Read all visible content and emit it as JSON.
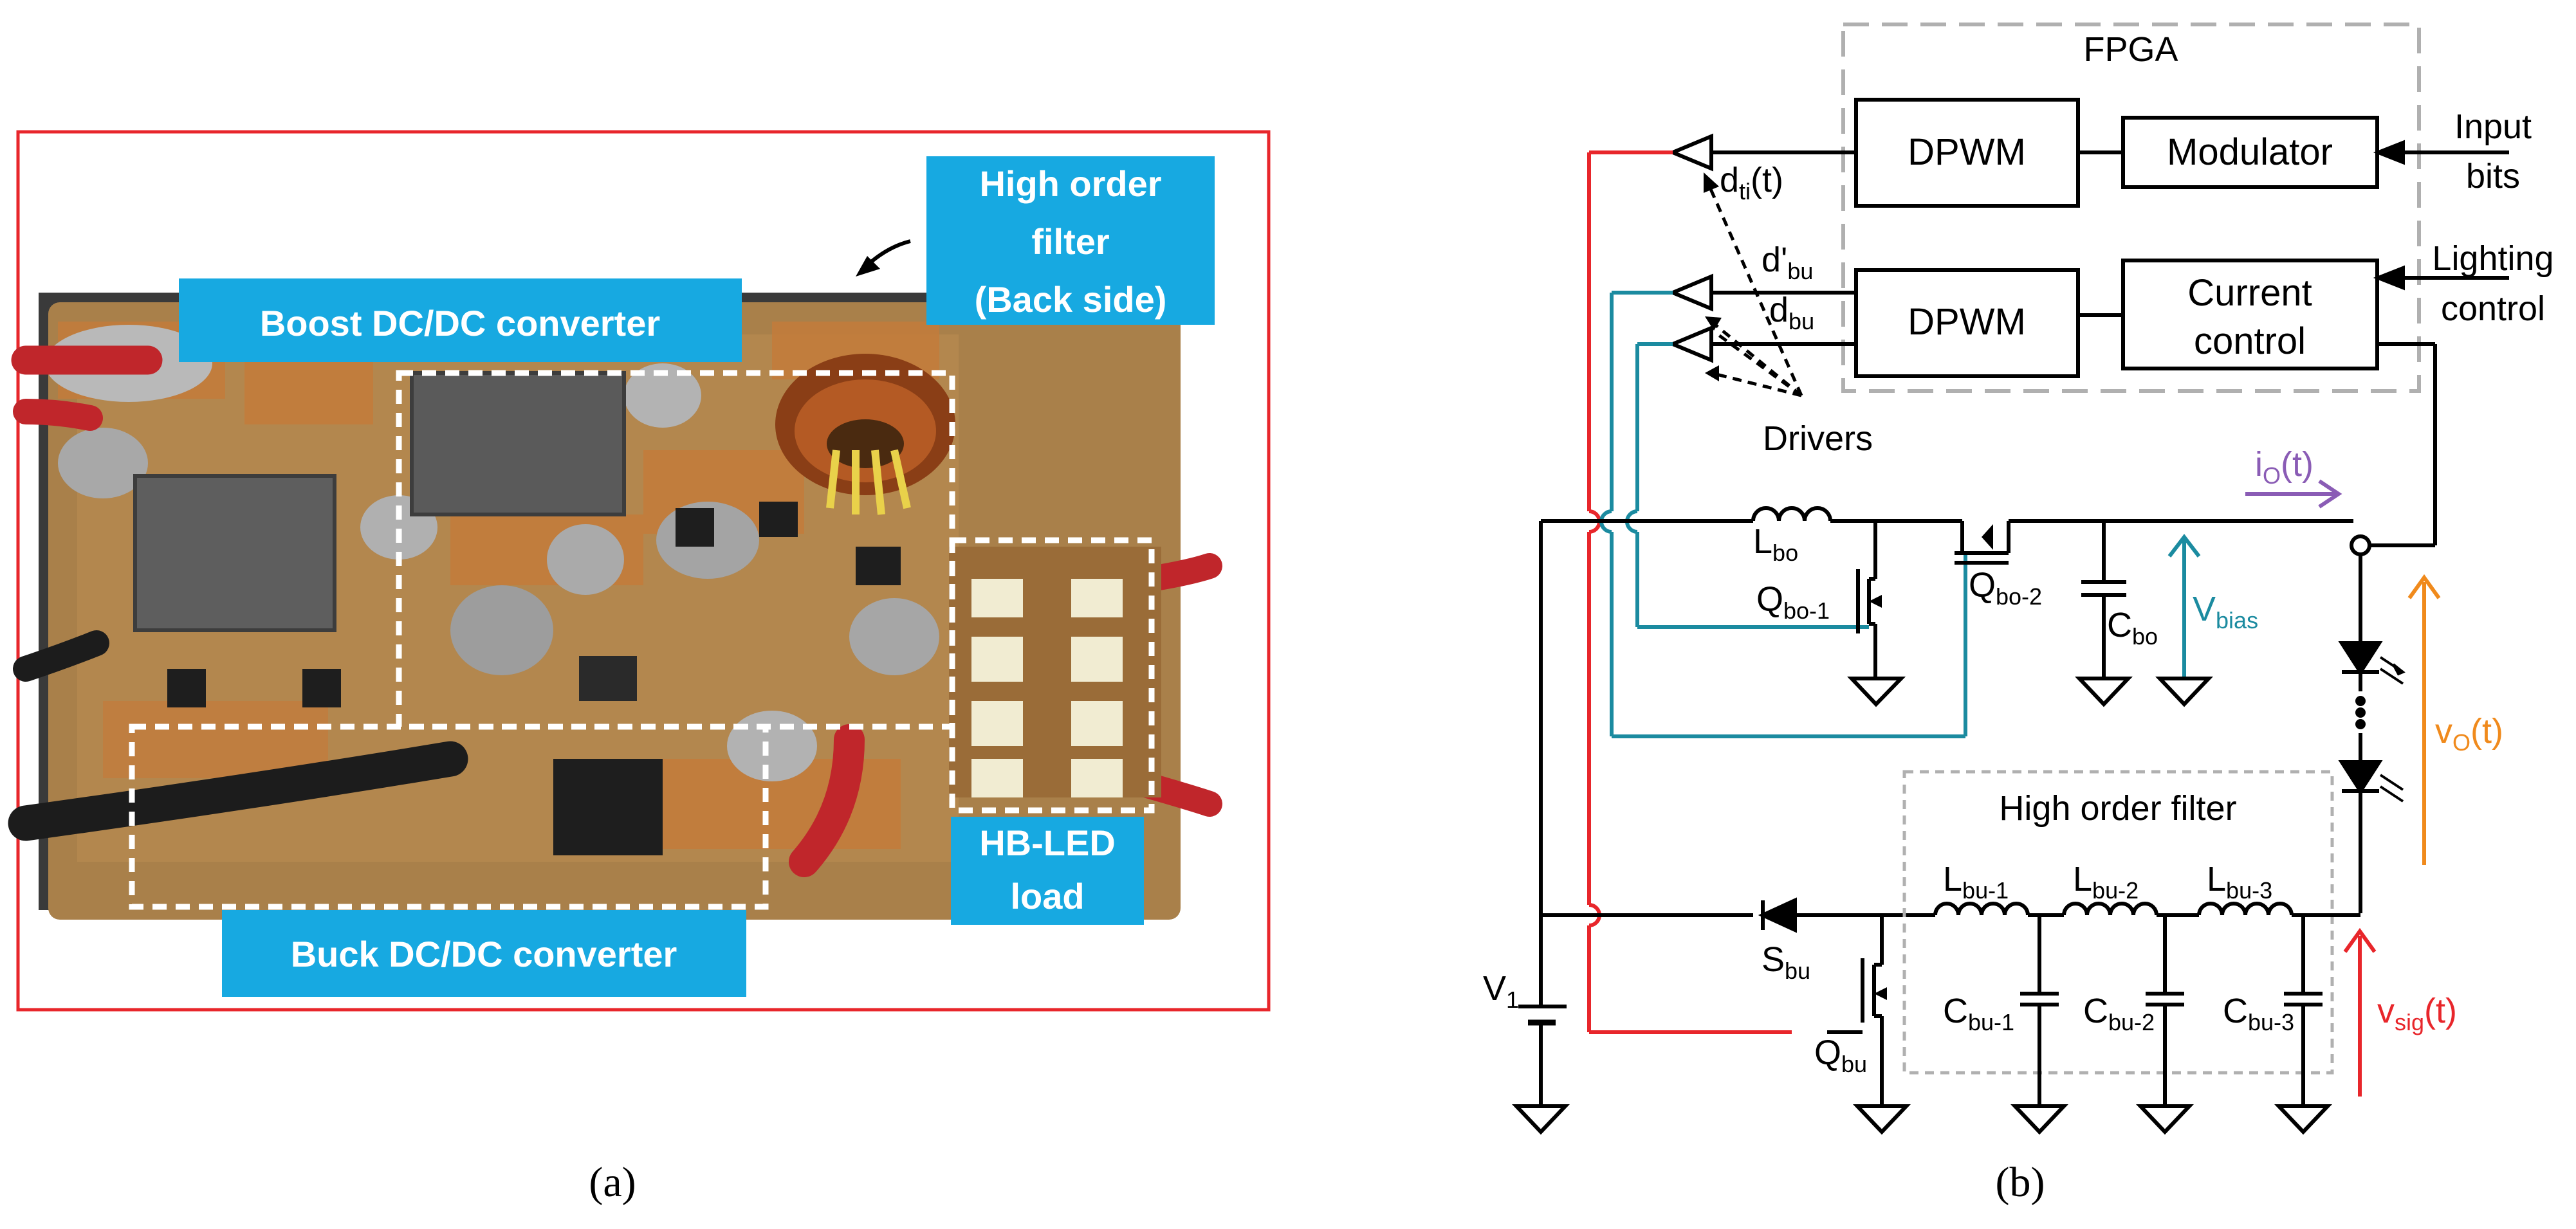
{
  "panel_a": {
    "caption": "(a)",
    "labels": {
      "high_order_filter": [
        "High order",
        "filter",
        "(Back side)"
      ],
      "boost": "Boost DC/DC converter",
      "buck": "Buck DC/DC converter",
      "hbled": [
        "HB-LED",
        "load"
      ]
    },
    "colors": {
      "frame": "#e8262b",
      "label_bg": "#17a9e1",
      "label_text": "#ffffff",
      "pcb": "#a9804a"
    }
  },
  "panel_b": {
    "caption": "(b)",
    "fpga": {
      "title": "FPGA",
      "dpwm_top": "DPWM",
      "modulator": "Modulator",
      "dpwm_bottom": "DPWM",
      "current_control": [
        "Current",
        "control"
      ]
    },
    "inputs": {
      "input_bits": [
        "Input",
        "bits"
      ],
      "lighting_control": [
        "Lighting",
        "control"
      ]
    },
    "signals": {
      "dti": {
        "main": "d",
        "sub": "ti",
        "tail": "(t)"
      },
      "dprime_bu": {
        "main": "d'",
        "sub": "bu"
      },
      "dbu": {
        "main": "d",
        "sub": "bu"
      },
      "drivers": "Drivers"
    },
    "components": {
      "lbo": {
        "main": "L",
        "sub": "bo"
      },
      "qbo1": {
        "main": "Q",
        "sub": "bo-1"
      },
      "qbo2": {
        "main": "Q",
        "sub": "bo-2"
      },
      "cbo": {
        "main": "C",
        "sub": "bo"
      },
      "vbias": {
        "main": "V",
        "sub": "bias"
      },
      "io": {
        "main": "i",
        "sub": "O",
        "tail": "(t)"
      },
      "vo": {
        "main": "v",
        "sub": "O",
        "tail": "(t)"
      },
      "hof": "High order filter",
      "lbu1": {
        "main": "L",
        "sub": "bu-1"
      },
      "lbu2": {
        "main": "L",
        "sub": "bu-2"
      },
      "lbu3": {
        "main": "L",
        "sub": "bu-3"
      },
      "cbu1": {
        "main": "C",
        "sub": "bu-1"
      },
      "cbu2": {
        "main": "C",
        "sub": "bu-2"
      },
      "cbu3": {
        "main": "C",
        "sub": "bu-3"
      },
      "sbu": {
        "main": "S",
        "sub": "bu"
      },
      "qbu": {
        "main": "Q",
        "sub": "bu"
      },
      "v1": {
        "main": "V",
        "sub": "1"
      },
      "vsig": {
        "main": "v",
        "sub": "sig",
        "tail": "(t)"
      }
    },
    "colors": {
      "red_net": "#e8262b",
      "teal_net": "#1b8ba0",
      "io_purple": "#8a5cb5",
      "vo_orange": "#f08a1c",
      "dashed_gray": "#b0b0b0"
    }
  }
}
